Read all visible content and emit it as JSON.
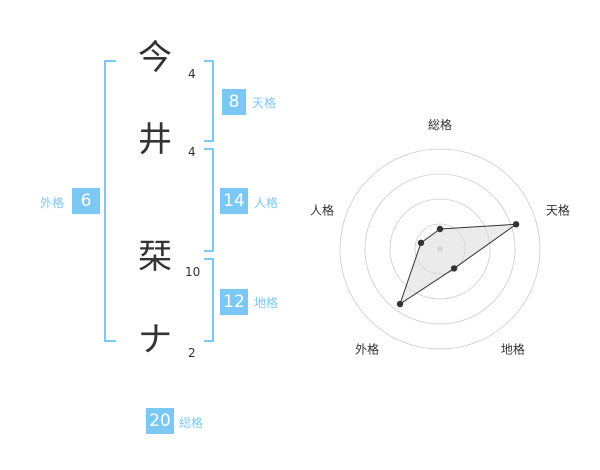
{
  "name": {
    "chars": [
      {
        "char": "今",
        "strokes": "4"
      },
      {
        "char": "井",
        "strokes": "4"
      },
      {
        "char": "栞",
        "strokes": "10"
      },
      {
        "char": "ナ",
        "strokes": "2"
      }
    ]
  },
  "fortunes": {
    "tenkaku": {
      "value": "8",
      "label": "天格"
    },
    "jinkaku": {
      "value": "14",
      "label": "人格"
    },
    "chikaku": {
      "value": "12",
      "label": "地格"
    },
    "gaikaku": {
      "value": "6",
      "label": "外格"
    },
    "soukaku": {
      "value": "20",
      "label": "総格"
    }
  },
  "chart_data": {
    "type": "radar",
    "axes": [
      "総格",
      "天格",
      "地格",
      "外格",
      "人格"
    ],
    "values": [
      1,
      4,
      1.2,
      3.4,
      1
    ],
    "rmax": 5,
    "rings": 4,
    "colors": {
      "line": "#333333",
      "fill": "#dddddd",
      "grid": "#cccccc",
      "point": "#333333"
    }
  }
}
